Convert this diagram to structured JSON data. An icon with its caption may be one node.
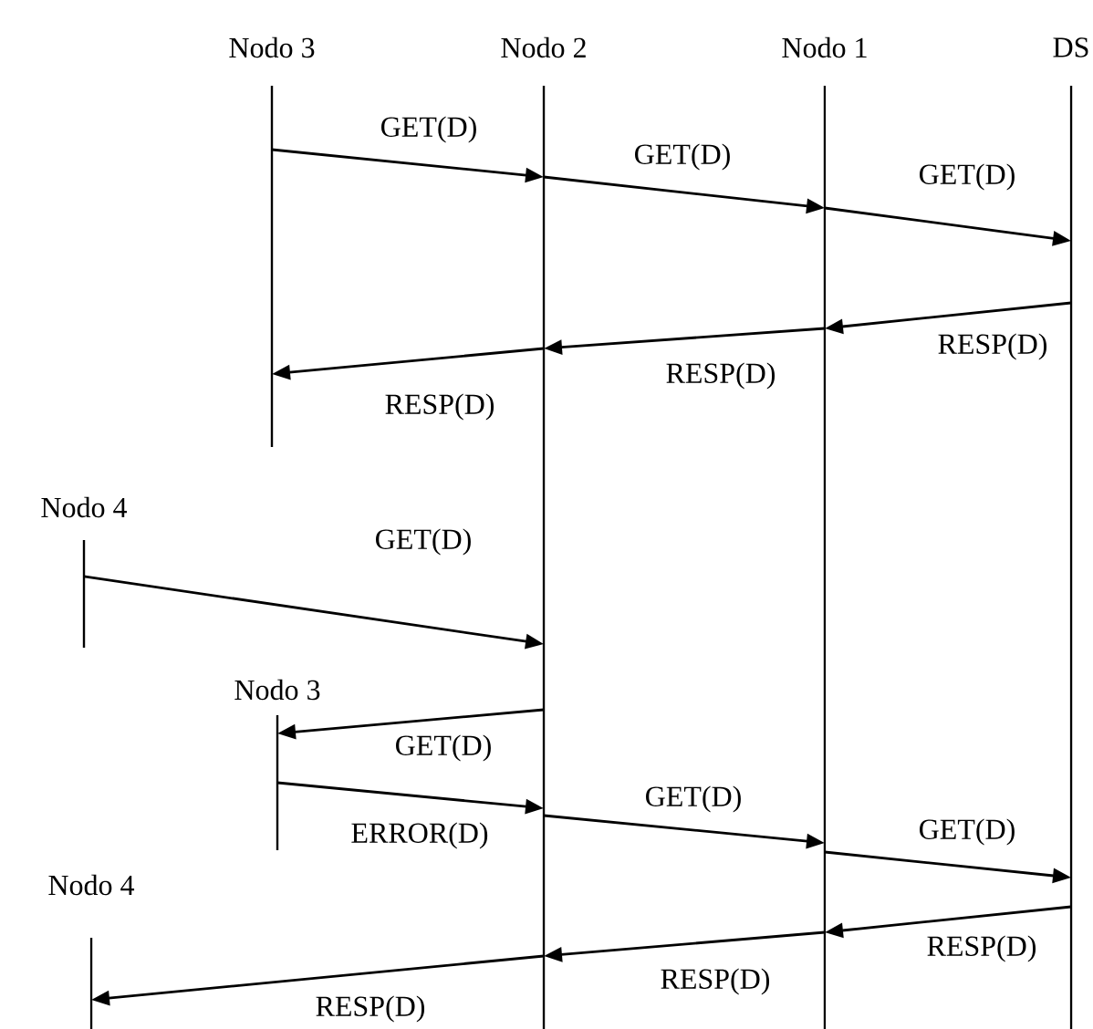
{
  "diagram": {
    "nodes": [
      {
        "text": [
          "Nodo 3"
        ]
      },
      {
        "text": [
          "Nodo 2"
        ]
      },
      {
        "text": [
          "Nodo 1"
        ]
      },
      {
        "text": [
          "DS"
        ]
      },
      {
        "text": [
          "Nodo 4"
        ]
      },
      {
        "text": [
          "Nodo 3"
        ]
      },
      {
        "text": [
          "Nodo 4"
        ]
      }
    ],
    "edges": [
      {
        "from": 0,
        "to": 1,
        "arrow": "to",
        "label": "GET(D)"
      },
      {
        "from": 1,
        "to": 2,
        "arrow": "to",
        "label": "GET(D)"
      },
      {
        "from": 2,
        "to": 3,
        "arrow": "to",
        "label": "GET(D)"
      },
      {
        "from": 3,
        "to": 2,
        "arrow": "to",
        "label": "RESP(D)"
      },
      {
        "from": 2,
        "to": 1,
        "arrow": "to",
        "label": "RESP(D)"
      },
      {
        "from": 1,
        "to": 0,
        "arrow": "to",
        "label": "RESP(D)"
      },
      {
        "from": 4,
        "to": 1,
        "arrow": "to",
        "label": "GET(D)"
      },
      {
        "from": 1,
        "to": 5,
        "arrow": "to",
        "label": "GET(D)"
      },
      {
        "from": 5,
        "to": 1,
        "arrow": "to",
        "label": "ERROR(D)"
      },
      {
        "from": 1,
        "to": 2,
        "arrow": "to",
        "label": "GET(D)"
      },
      {
        "from": 2,
        "to": 3,
        "arrow": "to",
        "label": "GET(D)"
      },
      {
        "from": 3,
        "to": 2,
        "arrow": "to",
        "label": "RESP(D)"
      },
      {
        "from": 2,
        "to": 1,
        "arrow": "to",
        "label": "RESP(D)"
      },
      {
        "from": 1,
        "to": 6,
        "arrow": "to",
        "label": "RESP(D)"
      }
    ]
  }
}
